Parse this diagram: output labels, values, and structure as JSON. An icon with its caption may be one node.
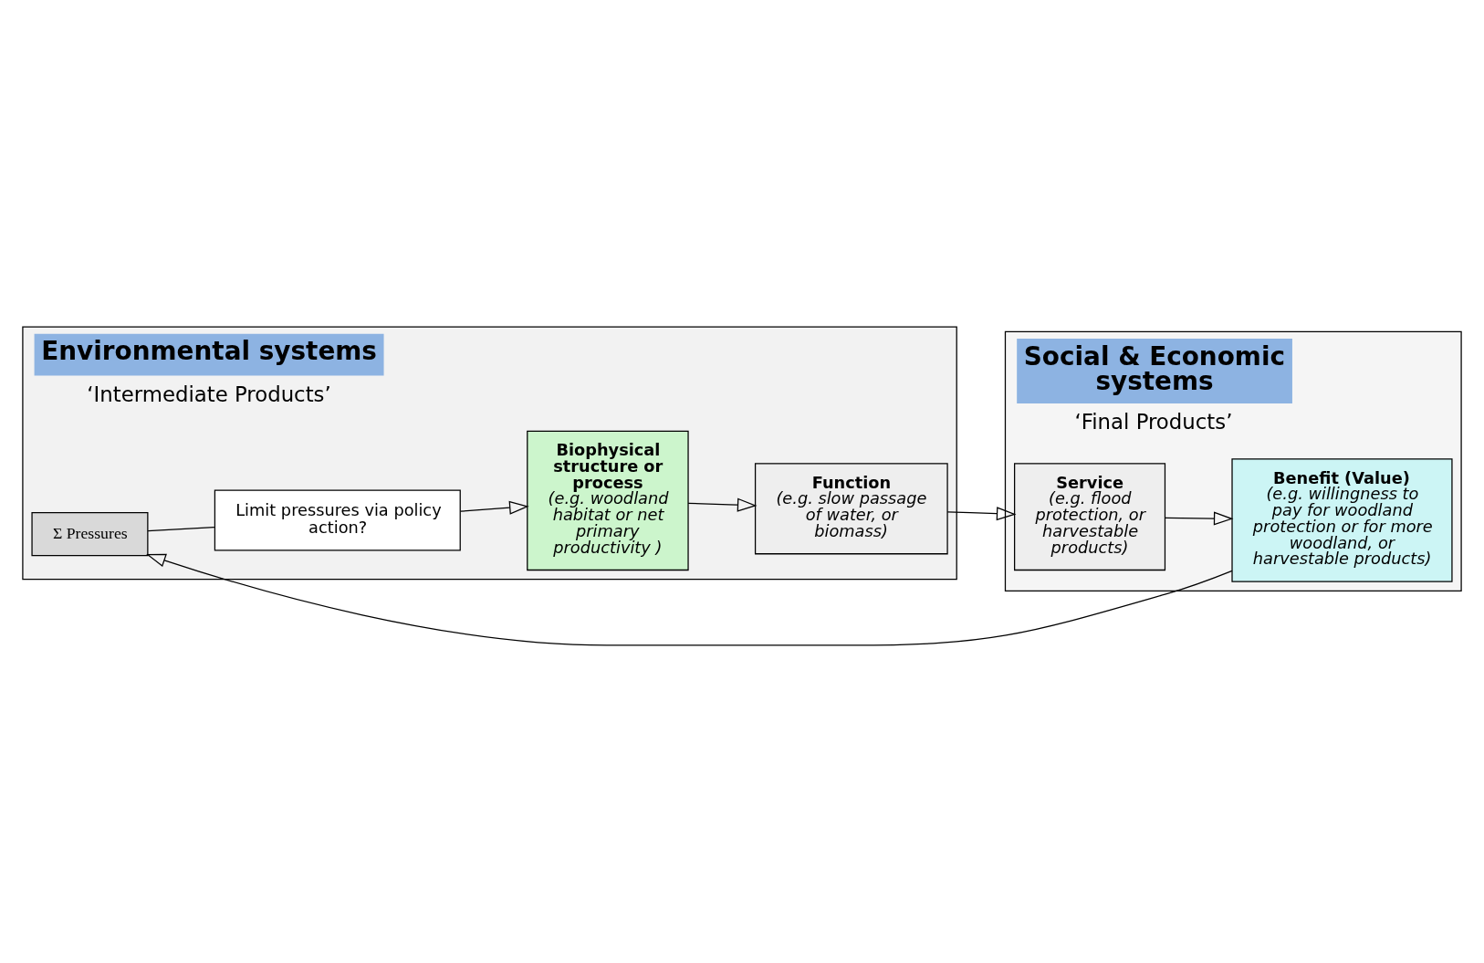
{
  "diagram": {
    "nodes": [
      {
        "text": [
          "Environmental systems",
          "‘Intermediate Products’"
        ]
      },
      {
        "text": [
          "Biophysical structure or process",
          "(e.g. woodland habitat or net primary productivity )"
        ],
        "in": 0
      },
      {
        "text": [
          "Function",
          "(e.g. slow passage of water, or biomass)"
        ],
        "in": 0
      },
      {
        "text": [
          "Limit pressures via policy action?"
        ],
        "in": 0
      },
      {
        "text": [
          "Σ Pressures"
        ],
        "in": 0
      },
      {
        "text": [
          "Social & Economic systems",
          "‘Final Products’"
        ]
      },
      {
        "text": [
          "Service",
          "(e.g. flood protection, or harvestable products)"
        ],
        "in": 5
      },
      {
        "text": [
          "Benefit (Value)",
          "(e.g. willingness to pay for woodland protection or for more woodland, or harvestable products)"
        ],
        "in": 5
      }
    ],
    "edges": [
      {
        "from": 1,
        "to": 2,
        "arrow": "to"
      },
      {
        "from": 2,
        "to": 6,
        "arrow": "to"
      },
      {
        "from": 6,
        "to": 7,
        "arrow": "to"
      },
      {
        "from": 3,
        "to": 1,
        "arrow": "to"
      },
      {
        "from": 4,
        "to": 3,
        "arrow": "none"
      },
      {
        "from": 7,
        "to": 4,
        "arrow": "to"
      }
    ]
  }
}
